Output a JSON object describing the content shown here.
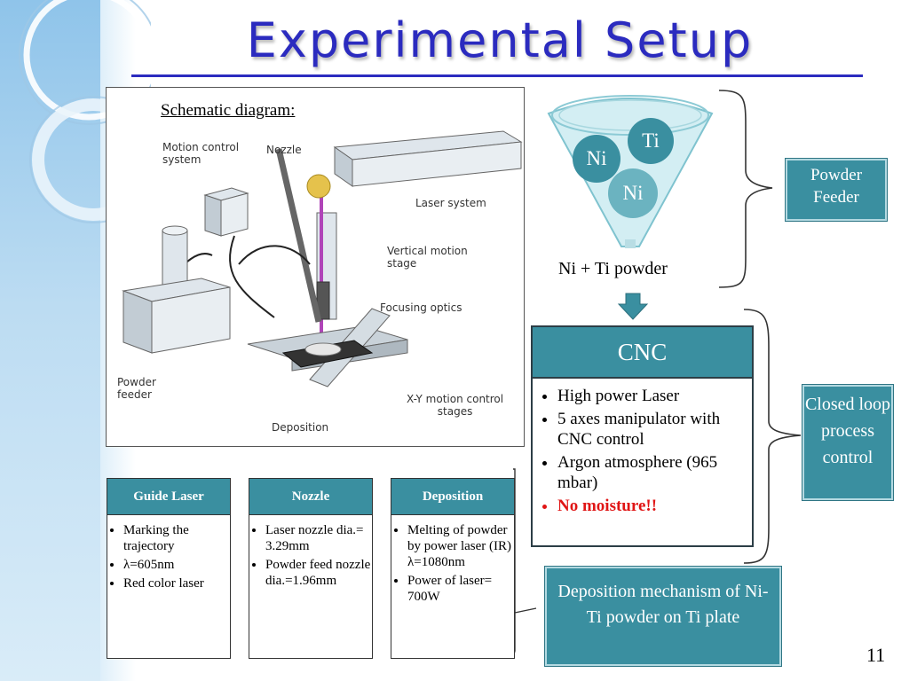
{
  "slide": {
    "title": "Experimental Setup",
    "page_number": "11"
  },
  "schematic": {
    "heading": "Schematic diagram:",
    "labels": {
      "motion_control": "Motion control\nsystem",
      "nozzle": "Nozzle",
      "laser_system": "Laser system",
      "vertical_motion": "Vertical motion\nstage",
      "focusing_optics": "Focusing optics",
      "powder_feeder": "Powder\nfeeder",
      "xy_stages": "X-Y motion control\nstages",
      "deposition": "Deposition"
    }
  },
  "funnel": {
    "balls": [
      "Ni",
      "Ti",
      "Ni"
    ],
    "caption": "Ni + Ti powder"
  },
  "side_boxes": {
    "powder_feeder": "Powder Feeder",
    "closed_loop": "Closed loop process control",
    "deposition_mechanism": "Deposition mechanism of  Ni-Ti powder on Ti plate"
  },
  "cnc": {
    "title": "CNC",
    "items": [
      "High power Laser",
      "5 axes manipulator with CNC control",
      "Argon atmosphere (965 mbar)"
    ],
    "warning": "No moisture!!"
  },
  "cards": [
    {
      "title": "Guide Laser",
      "items": [
        "Marking the trajectory",
        "λ=605nm",
        "Red color laser"
      ]
    },
    {
      "title": "Nozzle",
      "items": [
        "Laser nozzle dia.= 3.29mm",
        "Powder feed nozzle dia.=1.96mm"
      ]
    },
    {
      "title": "Deposition",
      "items": [
        "Melting of powder  by power laser (IR) λ=1080nm",
        "Power of laser= 700W"
      ]
    }
  ],
  "colors": {
    "accent": "#3a8fa0",
    "title": "#2b2bbf",
    "warning": "#e01515"
  }
}
